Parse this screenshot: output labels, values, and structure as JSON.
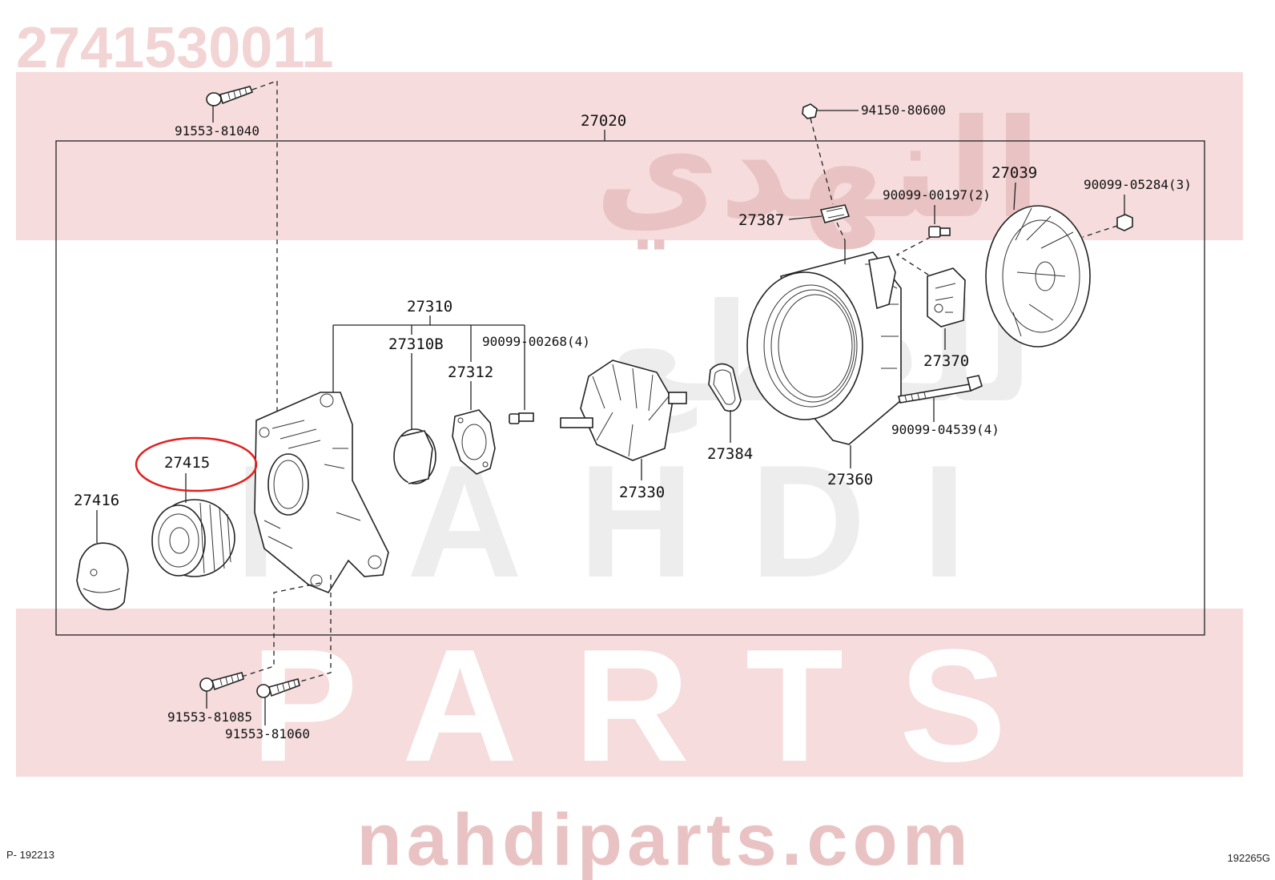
{
  "header": {
    "part_number": "2741530011"
  },
  "watermark": {
    "arabic_line1": "النهدي",
    "arabic_line2": "للقطع",
    "latin_line1": "NAHDI",
    "latin_line2": "PARTS",
    "site": "nahdiparts.com"
  },
  "footer": {
    "left_code": "P- 192213",
    "right_code": "192265G"
  },
  "diagram": {
    "assembly_label": "27020",
    "highlight_color": "#e0201e",
    "labels": {
      "l91553_81040": "91553-81040",
      "l94150_80600": "94150-80600",
      "l27039": "27039",
      "l90099_05284": "90099-05284(3)",
      "l90099_00197": "90099-00197(2)",
      "l27387": "27387",
      "l27310": "27310",
      "l27310B": "27310B",
      "l90099_00268": "90099-00268(4)",
      "l27312": "27312",
      "l27370": "27370",
      "l90099_04539": "90099-04539(4)",
      "l27384": "27384",
      "l27360": "27360",
      "l27330": "27330",
      "l27415": "27415",
      "l27416": "27416",
      "l91553_81085": "91553-81085",
      "l91553_81060": "91553-81060"
    }
  }
}
